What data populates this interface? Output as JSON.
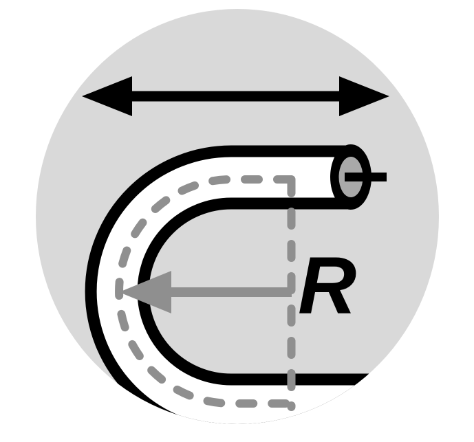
{
  "diagram": {
    "name": "cable-minimum-bend-radius-diagram",
    "radius_label": "R",
    "colors": {
      "page_background": "#ffffff",
      "circle_fill": "#d9d9d9",
      "black": "#000000",
      "tube_fill": "#ffffff",
      "gray_accent": "#8f8f8f",
      "end_cap_core": "#a9a9a9"
    },
    "icons": {
      "diameter_arrow": "double-headed-horizontal-arrow",
      "radius_arrow": "left-pointing-arrow",
      "cable": "bent-tube-with-end-cap",
      "centerline": "dashed-centerline",
      "reference_line": "dashed-vertical-line"
    }
  }
}
